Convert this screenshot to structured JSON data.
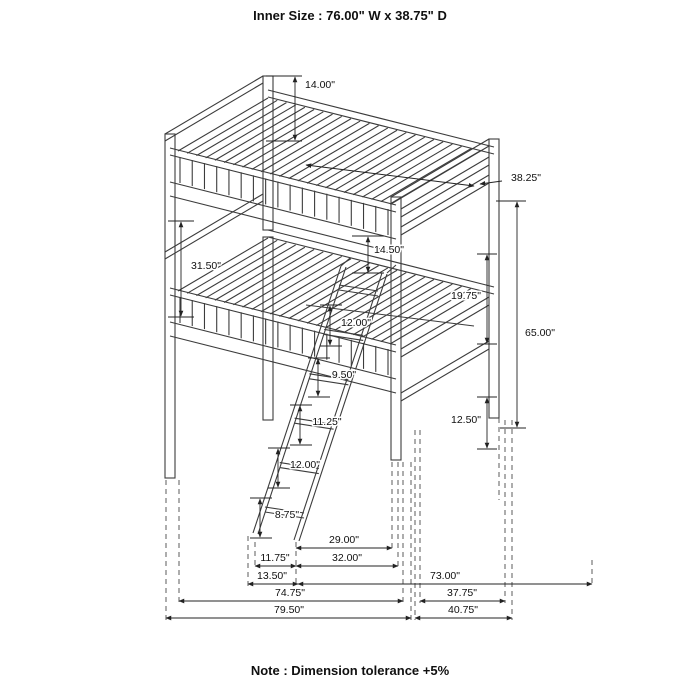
{
  "header": {
    "title": "Inner Size : 76.00\" W x  38.75\" D"
  },
  "footer": {
    "note": "Note : Dimension tolerance +5%"
  },
  "diagram": {
    "subject": "twin over twin bunk bed dimension drawing",
    "dimensions": {
      "headboard_height": "14.00\"",
      "mattress_depth": "38.25\"",
      "bunk_clearance": "31.50\"",
      "guardrail_height": "14.50\"",
      "right_gap": "19.75\"",
      "total_height": "65.00\"",
      "ladder_spacing_1": "12.00\"",
      "ladder_spacing_2": "9.50\"",
      "ladder_spacing_3": "11.25\"",
      "ladder_spacing_4": "12.00\"",
      "ladder_spacing_5": "8.75\"",
      "lower_panel_height": "12.50\"",
      "ladder_base_span": "29.00\"",
      "ladder_width": "11.75\"",
      "ladder_footprint": "32.00\"",
      "ladder_base_width": "13.50\"",
      "inner_length": "73.00\"",
      "frame_length": "74.75\"",
      "frame_depth": "37.75\"",
      "overall_length": "79.50\"",
      "overall_depth": "40.75\""
    }
  }
}
